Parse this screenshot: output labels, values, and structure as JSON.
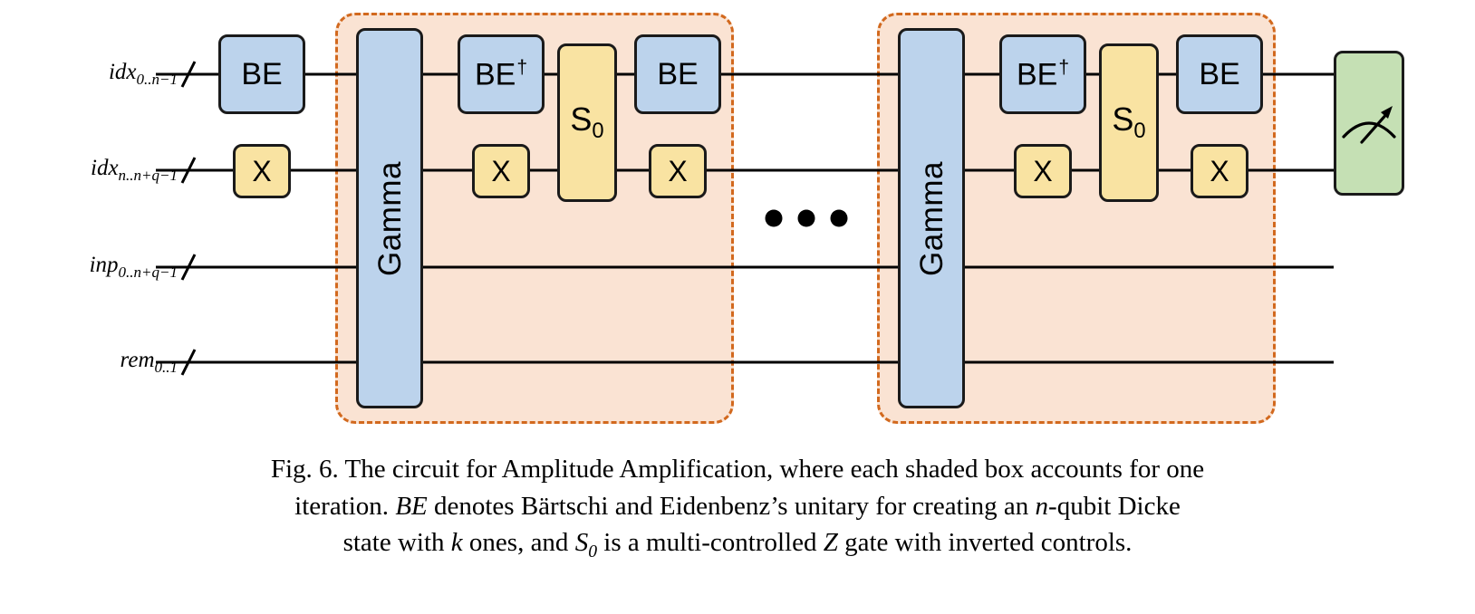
{
  "figure": {
    "wires": [
      {
        "label_base": "idx",
        "label_sub": "0..n−1"
      },
      {
        "label_base": "idx",
        "label_sub": "n..n+q−1"
      },
      {
        "label_base": "inp",
        "label_sub": "0..n+q−1"
      },
      {
        "label_base": "rem",
        "label_sub": "0..1"
      }
    ],
    "initial_gates": [
      {
        "label": "BE",
        "color": "#bcd3ec"
      },
      {
        "label": "X",
        "color": "#f9e3a2"
      }
    ],
    "iteration": {
      "gates": [
        {
          "name": "gamma-gate",
          "label": "Gamma",
          "color": "#bcd3ec"
        },
        {
          "name": "be-dagger-gate",
          "label": "BE",
          "superscript": "†",
          "color": "#bcd3ec"
        },
        {
          "name": "x-gate-1",
          "label": "X",
          "color": "#f9e3a2"
        },
        {
          "name": "s0-gate",
          "label": "S",
          "subscript": "0",
          "color": "#f9e3a2"
        },
        {
          "name": "be-gate",
          "label": "BE",
          "color": "#bcd3ec"
        },
        {
          "name": "x-gate-2",
          "label": "X",
          "color": "#f9e3a2"
        }
      ],
      "box_fill": "#fae3d3",
      "box_border": "#d2691e"
    },
    "ellipsis": "• • •",
    "measurement": {
      "name": "measurement-gate",
      "icon": "meter-icon",
      "color": "#c5e0b4"
    }
  },
  "caption": {
    "line1_a": "Fig. 6. The circuit for Amplitude Amplification, where each shaded box accounts for one",
    "line2_a": "iteration. ",
    "line2_be": "BE",
    "line2_b": " denotes Bärtschi and Eidenbenz’s unitary for creating an ",
    "line2_n": "n",
    "line2_c": "-qubit Dicke",
    "line3_a": "state with ",
    "line3_k": "k",
    "line3_b": " ones, and ",
    "line3_s": "S",
    "line3_s_sub": "0",
    "line3_c": " is a multi-controlled ",
    "line3_z": "Z",
    "line3_d": " gate with inverted controls."
  }
}
